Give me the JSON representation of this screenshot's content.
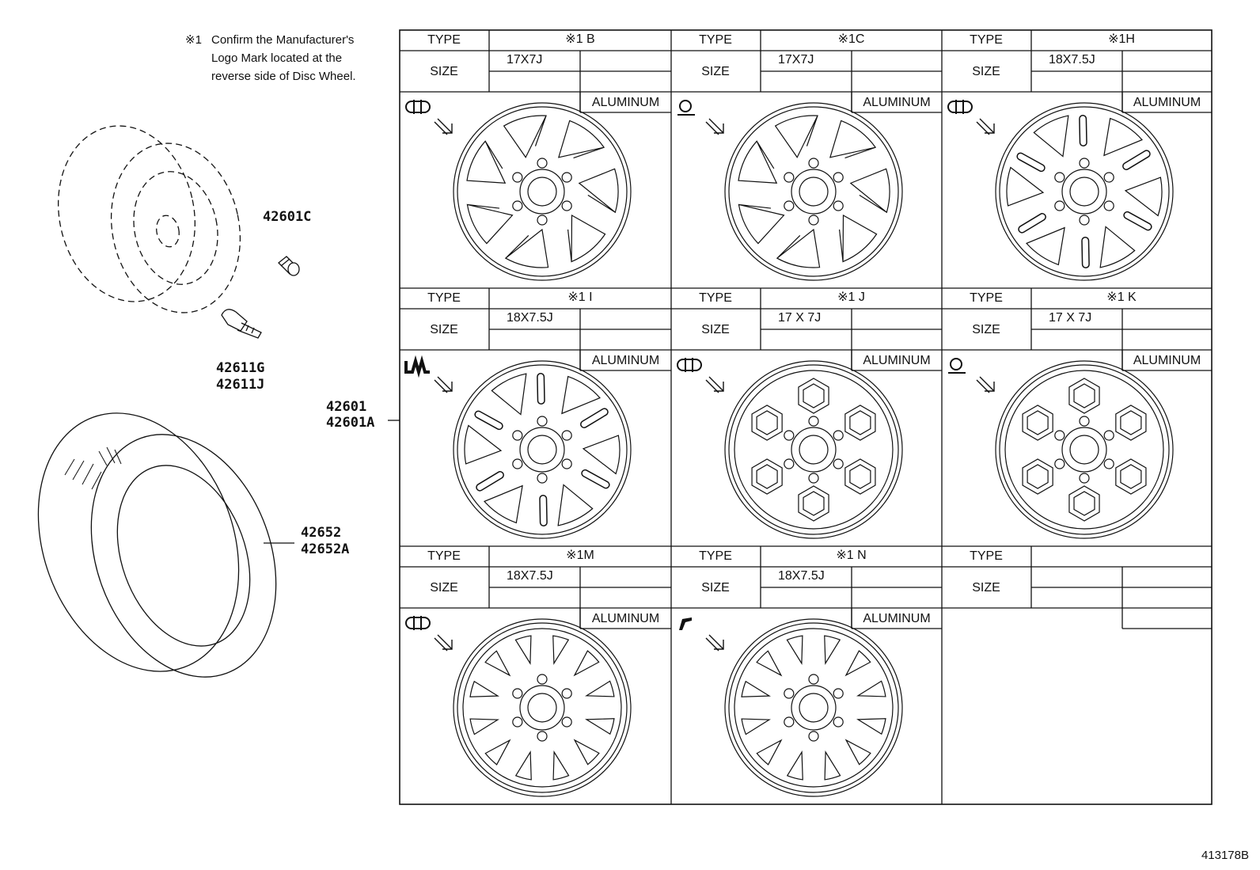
{
  "note": {
    "marker": "※1",
    "lines": [
      "Confirm the Manufacturer's",
      "Logo Mark located at the",
      "reverse side of Disc Wheel."
    ]
  },
  "parts": {
    "valve_cap": "42601C",
    "valve_a": "42611G",
    "valve_b": "42611J",
    "wheel_a": "42601",
    "wheel_b": "42601A",
    "tire_a": "42652",
    "tire_b": "42652A"
  },
  "labels": {
    "type": "TYPE",
    "size": "SIZE"
  },
  "wheels": [
    {
      "type": "※1 B",
      "size": "17X7J",
      "material": "ALUMINUM",
      "logo": "pill-logo-icon",
      "style": "spokes-7"
    },
    {
      "type": "※1C",
      "size": "17X7J",
      "material": "ALUMINUM",
      "logo": "q-logo-icon",
      "style": "spokes-7"
    },
    {
      "type": "※1H",
      "size": "18X7.5J",
      "material": "ALUMINUM",
      "logo": "pill-logo-icon",
      "style": "spokes-6-slot"
    },
    {
      "type": "※1 I",
      "size": "18X7.5J",
      "material": "ALUMINUM",
      "logo": "um-logo-icon",
      "style": "spokes-6-slot"
    },
    {
      "type": "※1 J",
      "size": "17 X 7J",
      "material": "ALUMINUM",
      "logo": "pill-logo-icon",
      "style": "hex-6"
    },
    {
      "type": "※1 K",
      "size": "17 X 7J",
      "material": "ALUMINUM",
      "logo": "q-logo-icon",
      "style": "hex-6"
    },
    {
      "type": "※1M",
      "size": "18X7.5J",
      "material": "ALUMINUM",
      "logo": "pill-logo-icon",
      "style": "spokes-12"
    },
    {
      "type": "※1 N",
      "size": "18X7.5J",
      "material": "ALUMINUM",
      "logo": "f-logo-icon",
      "style": "spokes-12"
    },
    {
      "type": "",
      "size": "",
      "material": "",
      "logo": "",
      "style": "empty"
    }
  ],
  "ref_code": "413178B"
}
